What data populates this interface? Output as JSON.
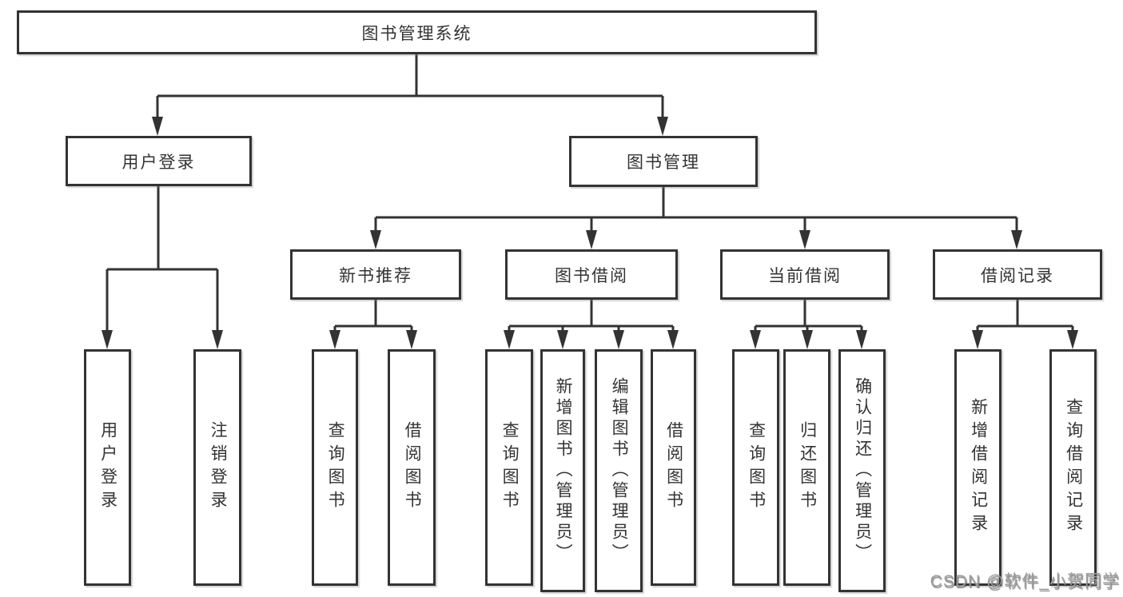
{
  "nodes": {
    "root": "图书管理系统",
    "level2": {
      "user_login": "用户登录",
      "book_mgmt": "图书管理"
    },
    "level3": {
      "new_book_rec": "新书推荐",
      "book_borrow": "图书借阅",
      "current_borrow": "当前借阅",
      "borrow_records": "借阅记录"
    },
    "leaves": {
      "user_login": "用户登录",
      "logout": "注销登录",
      "rec_query_book": "查询图书",
      "rec_borrow_book": "借阅图书",
      "bb_query_book": "查询图书",
      "bb_add_book": "新增图书（管理员）",
      "bb_edit_book": "编辑图书（管理员）",
      "bb_borrow_book": "借阅图书",
      "cb_query_book": "查询图书",
      "cb_return_book": "归还图书",
      "cb_confirm_return": "确认归还（管理员）",
      "br_add_record": "新增借阅记录",
      "br_query_record": "查询借阅记录"
    }
  },
  "watermark": "CSDN @软件_小贺同学",
  "colors": {
    "line": "#333333",
    "text": "#333333",
    "watermark": "#9e9e9e",
    "background": "#ffffff"
  }
}
